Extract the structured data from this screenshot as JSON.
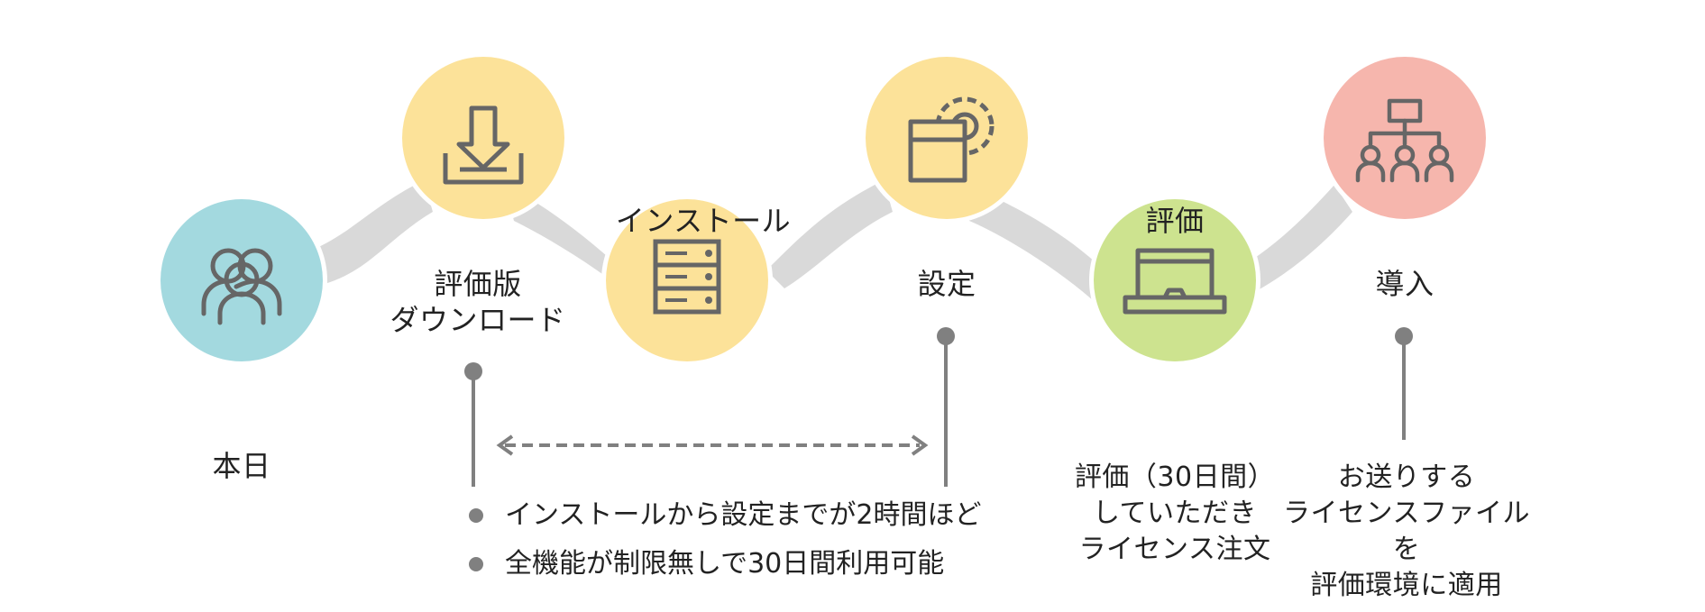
{
  "steps": [
    {
      "id": "today",
      "label": "本日",
      "icon": "people-icon",
      "color": "#a3d9df"
    },
    {
      "id": "download",
      "label": "評価版\nダウンロード",
      "icon": "download-icon",
      "color": "#fce299"
    },
    {
      "id": "install",
      "label": "インストール",
      "icon": "server-icon",
      "color": "#fce299"
    },
    {
      "id": "setup",
      "label": "設定",
      "icon": "gear-window-icon",
      "color": "#fce299"
    },
    {
      "id": "evaluate",
      "label": "評価",
      "icon": "laptop-icon",
      "color": "#cde38f"
    },
    {
      "id": "deploy",
      "label": "導入",
      "icon": "org-chart-icon",
      "color": "#f6b6ad"
    }
  ],
  "notes": {
    "evaluate": "評価（30日間）\nしていただき\nライセンス注文",
    "deploy": "お送りする\nライセンスファイルを\n評価環境に適用"
  },
  "bullets": [
    "インストールから設定までが2時間ほど",
    "全機能が制限無しで30日間利用可能"
  ],
  "colors": {
    "ribbon": "#d9d9d9",
    "line": "#808080",
    "icon": "#666666"
  }
}
